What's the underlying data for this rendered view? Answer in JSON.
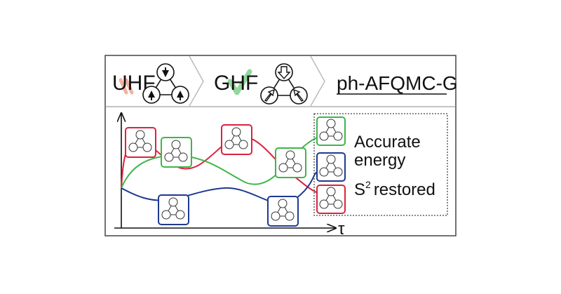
{
  "stages": [
    {
      "label": "UHF"
    },
    {
      "label": "GHF"
    },
    {
      "label": "ph-AFQMC-G"
    }
  ],
  "axis": {
    "x_label": "τ"
  },
  "summary": {
    "line1": "Accurate",
    "line2": "energy",
    "s2_base": "S",
    "s2_sup": "2",
    "s2_rest": "restored"
  },
  "colors": {
    "red": "#d9233f",
    "green": "#3fb54a",
    "blue": "#1f3a8f",
    "frame": "#444444",
    "chevron": "#bbbbbb",
    "ink": "#111111"
  }
}
